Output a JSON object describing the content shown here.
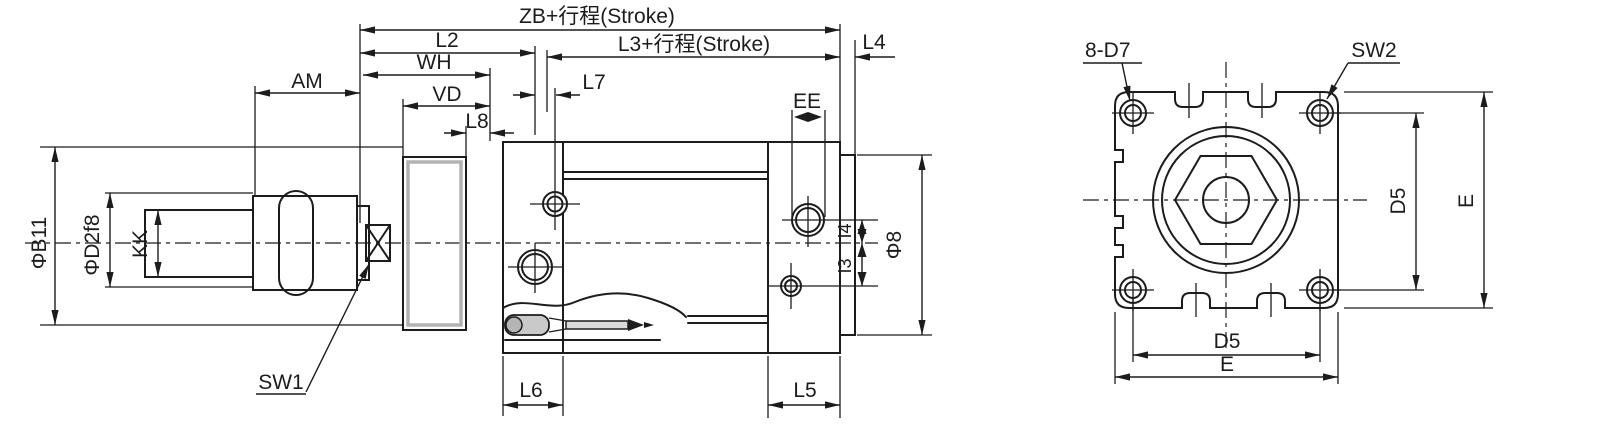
{
  "side": {
    "zb": "ZB+行程(Stroke)",
    "l2": "L2",
    "l3": "L3+行程(Stroke)",
    "l4": "L4",
    "wh": "WH",
    "am": "AM",
    "vd": "VD",
    "l7": "L7",
    "l8": "L8",
    "ee": "EE",
    "phi_b": "ΦB11",
    "phi_d2": "ΦD2f8",
    "kk": "KK",
    "sw1": "SW1",
    "l6": "L6",
    "l5": "L5",
    "i4": "I4",
    "i3": "I3",
    "phi_8": "Φ8"
  },
  "end": {
    "holes_label": "8-D7",
    "sw2": "SW2",
    "d5": "D5",
    "e": "E"
  },
  "colors": {
    "line": "#1c1c1c",
    "background": "#ffffff",
    "flange_highlight": "#b3b3b3",
    "sensor_body": "#c9c9c9"
  }
}
